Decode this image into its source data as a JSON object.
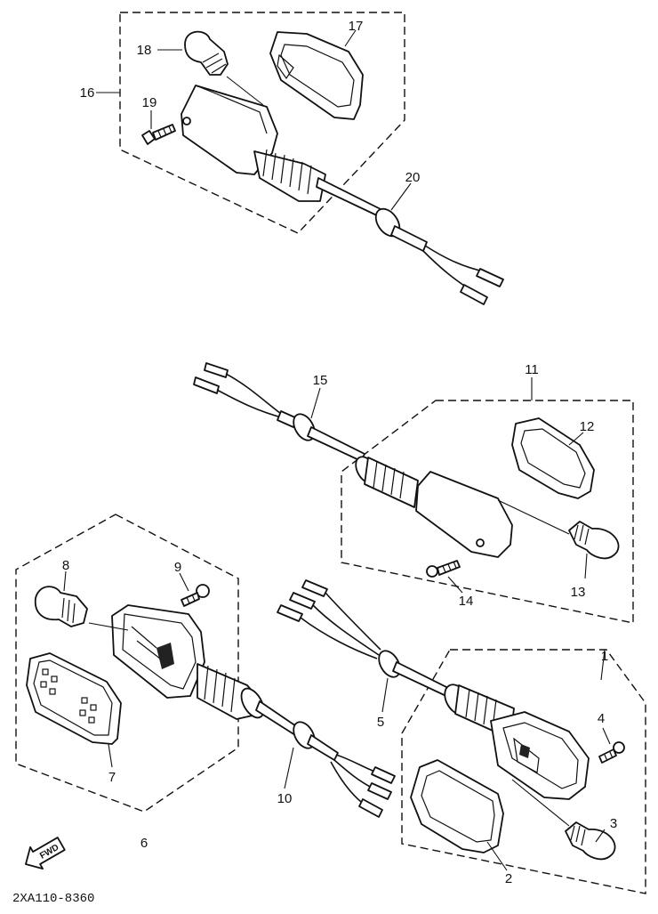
{
  "diagram": {
    "callouts": {
      "p1": "1",
      "p2": "2",
      "p3": "3",
      "p4": "4",
      "p5": "5",
      "p6": "6",
      "p7": "7",
      "p8": "8",
      "p9": "9",
      "p10": "10",
      "p11": "11",
      "p12": "12",
      "p13": "13",
      "p14": "14",
      "p15": "15",
      "p16": "16",
      "p17": "17",
      "p18": "18",
      "p19": "19",
      "p20": "20"
    },
    "forward_arrow_label": "FWD",
    "drawing_code": "2XA110-8360"
  }
}
